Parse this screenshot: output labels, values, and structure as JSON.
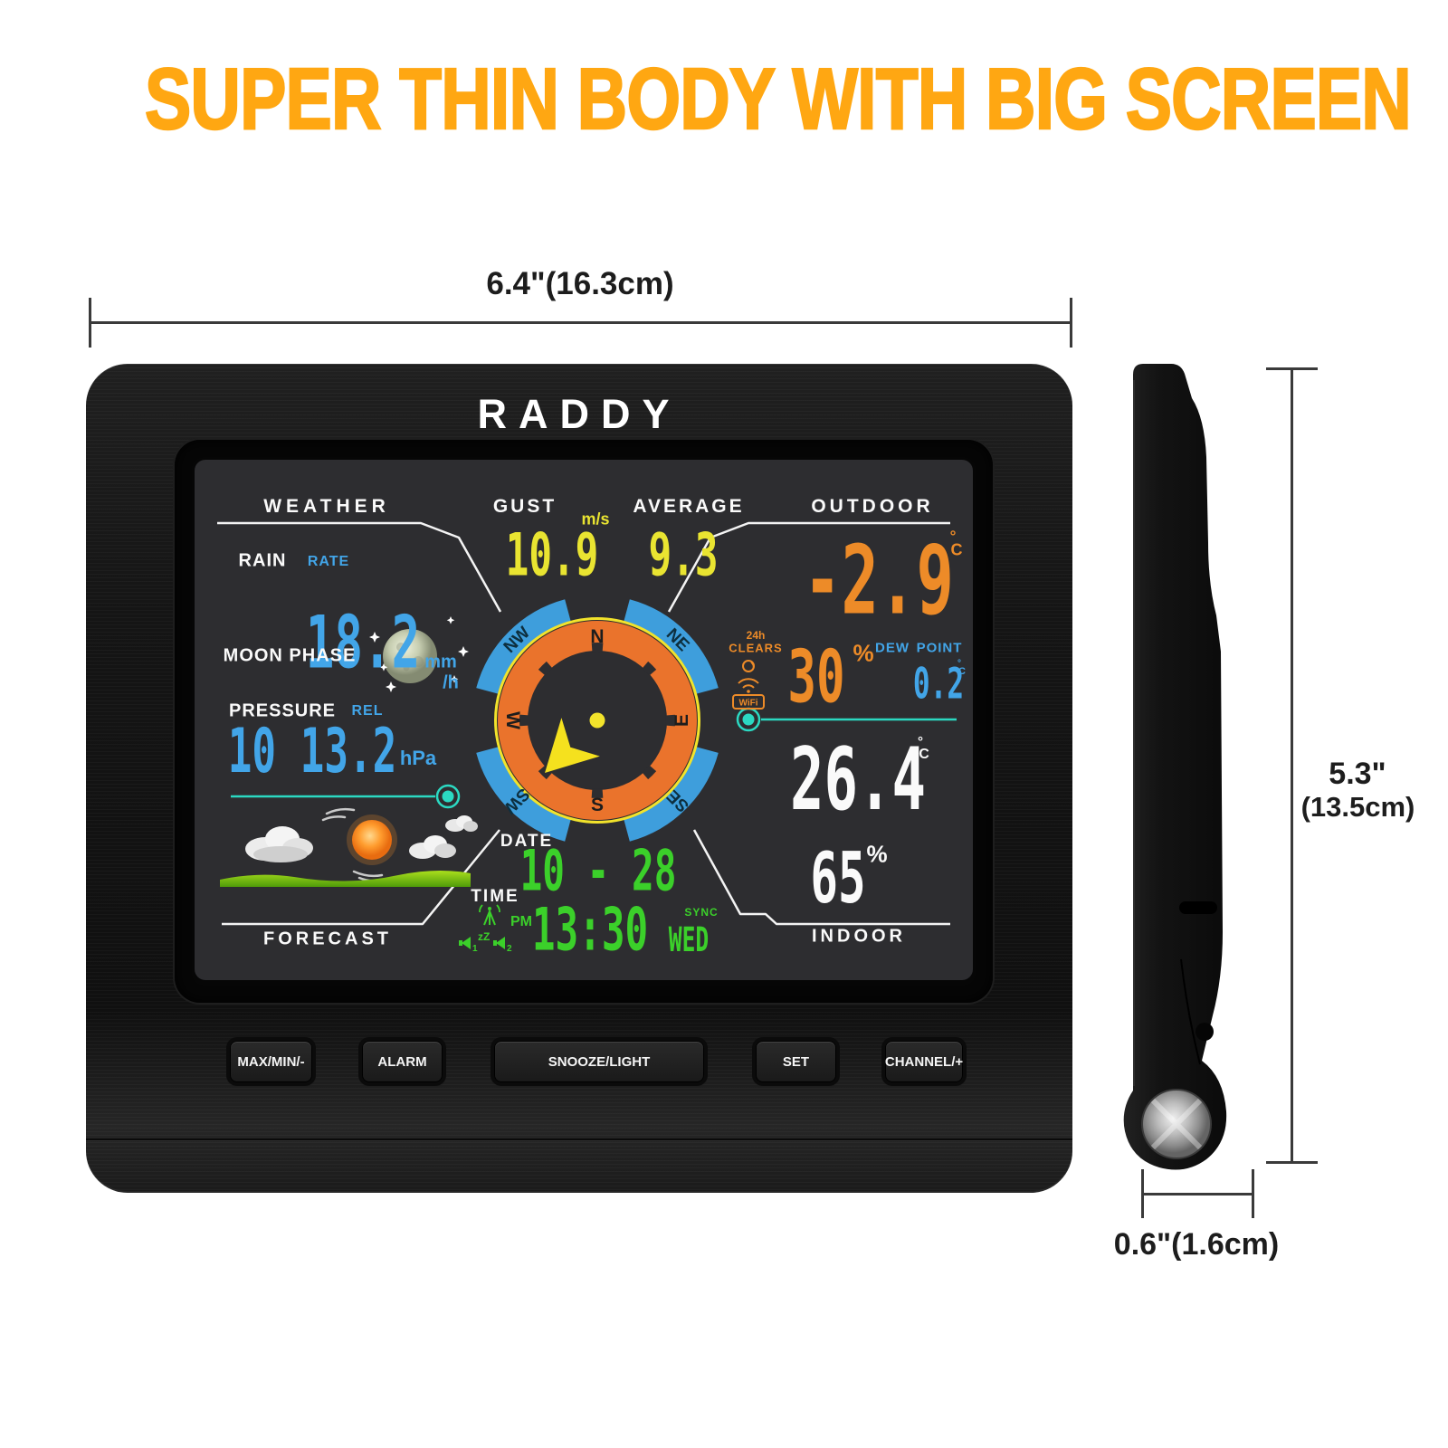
{
  "title": "SUPER THIN BODY WITH BIG SCREEN",
  "colors": {
    "headline_orange": "#FFA712",
    "digit_blue": "#42A5E8",
    "digit_yellow": "#E9E431",
    "digit_orange": "#ED8B28",
    "digit_green": "#3BD02A",
    "digit_white": "#FAFAFA",
    "trend_teal": "#2BD9C2",
    "compass_blue": "#3E9EDC",
    "compass_orange": "#EA732C",
    "compass_yellow": "#F2E32B"
  },
  "dimensions": {
    "width": "6.4\"(16.3cm)",
    "height_inches": "5.3\"",
    "height_cm": "(13.5cm)",
    "depth": "0.6\"(1.6cm)"
  },
  "device": {
    "brand": "RADDY",
    "buttons": [
      {
        "label": "MAX/MIN/-"
      },
      {
        "label": "ALARM"
      },
      {
        "label": "SNOOZE/LIGHT"
      },
      {
        "label": "SET"
      },
      {
        "label": "CHANNEL/+"
      }
    ]
  },
  "units": {
    "deg": "°",
    "c": "C",
    "percent": "%"
  },
  "screen": {
    "weather": {
      "section": "WEATHER",
      "rain_label": "RAIN",
      "rate_label": "RATE",
      "rain_value": "18.2",
      "rain_unit_top": "mm",
      "rain_unit_bottom": "/h"
    },
    "moon": {
      "label": "MOON PHASE",
      "icon": "full-moon-icon"
    },
    "pressure": {
      "label": "PRESSURE",
      "rel_label": "REL",
      "value": "10 13.2",
      "unit": "hPa"
    },
    "wind": {
      "gust_section": "GUST",
      "gust_unit": "m/s",
      "gust_value": "10.9",
      "average_section": "AVERAGE",
      "average_value": "9.3"
    },
    "compass": {
      "n": "N",
      "ne": "NE",
      "e": "E",
      "se": "SE",
      "s": "S",
      "sw": "SW",
      "w": "W",
      "nw": "NW"
    },
    "outdoor": {
      "section": "OUTDOOR",
      "temp": "-2.9",
      "clears_top": "24h",
      "clears": "CLEARS",
      "wifi": "WiFi",
      "humidity": "30",
      "dew": "DEW",
      "point": "POINT",
      "dew_value": "0.2"
    },
    "indoor": {
      "section": "INDOOR",
      "temp": "26.4",
      "humidity": "65"
    },
    "datetime": {
      "date_label": "DATE",
      "date": "10 - 28",
      "time_label": "TIME",
      "ampm": "PM",
      "time": "13:30",
      "sync": "SYNC",
      "weekday": "WED",
      "zz": "zZ",
      "alarm1": "1",
      "alarm2": "2"
    },
    "forecast": {
      "section": "FORECAST"
    }
  }
}
